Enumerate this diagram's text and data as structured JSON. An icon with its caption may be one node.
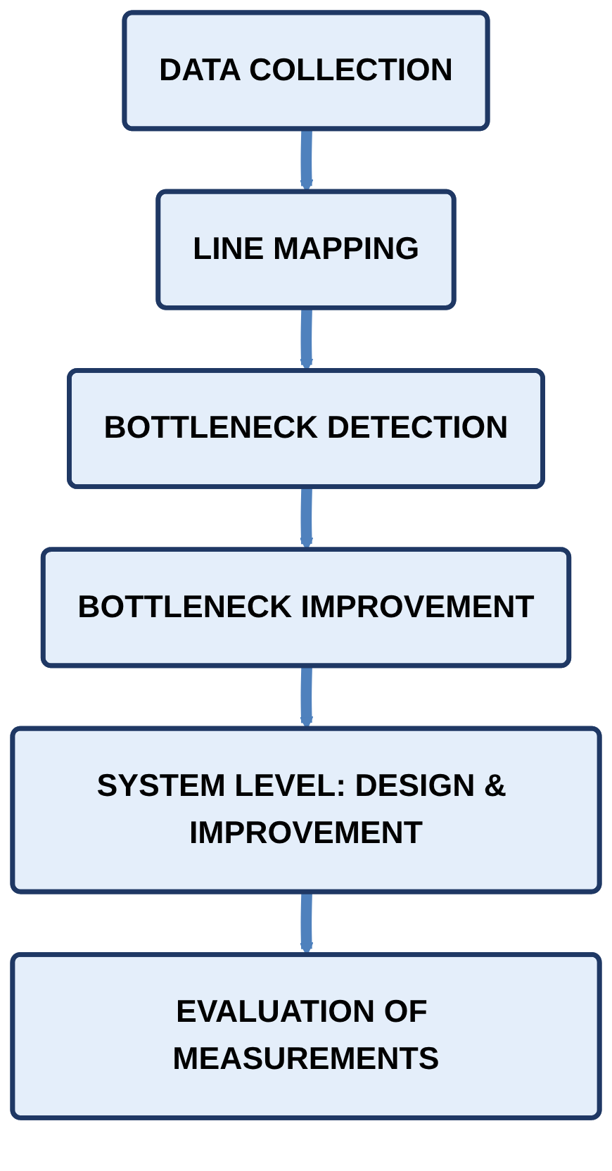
{
  "diagram": {
    "nodes": [
      {
        "text": [
          "DATA COLLECTION"
        ]
      },
      {
        "text": [
          "LINE MAPPING"
        ]
      },
      {
        "text": [
          "BOTTLENECK DETECTION"
        ]
      },
      {
        "text": [
          "BOTTLENECK IMPROVEMENT"
        ]
      },
      {
        "text": [
          "SYSTEM LEVEL: DESIGN & IMPROVEMENT"
        ]
      },
      {
        "text": [
          "EVALUATION OF MEASUREMENTS"
        ]
      }
    ],
    "edges": [
      {
        "from": 0,
        "to": 1,
        "arrow": "to"
      },
      {
        "from": 1,
        "to": 2,
        "arrow": "to"
      },
      {
        "from": 2,
        "to": 3,
        "arrow": "to"
      },
      {
        "from": 3,
        "to": 4,
        "arrow": "to"
      },
      {
        "from": 4,
        "to": 5,
        "arrow": "to"
      }
    ]
  }
}
